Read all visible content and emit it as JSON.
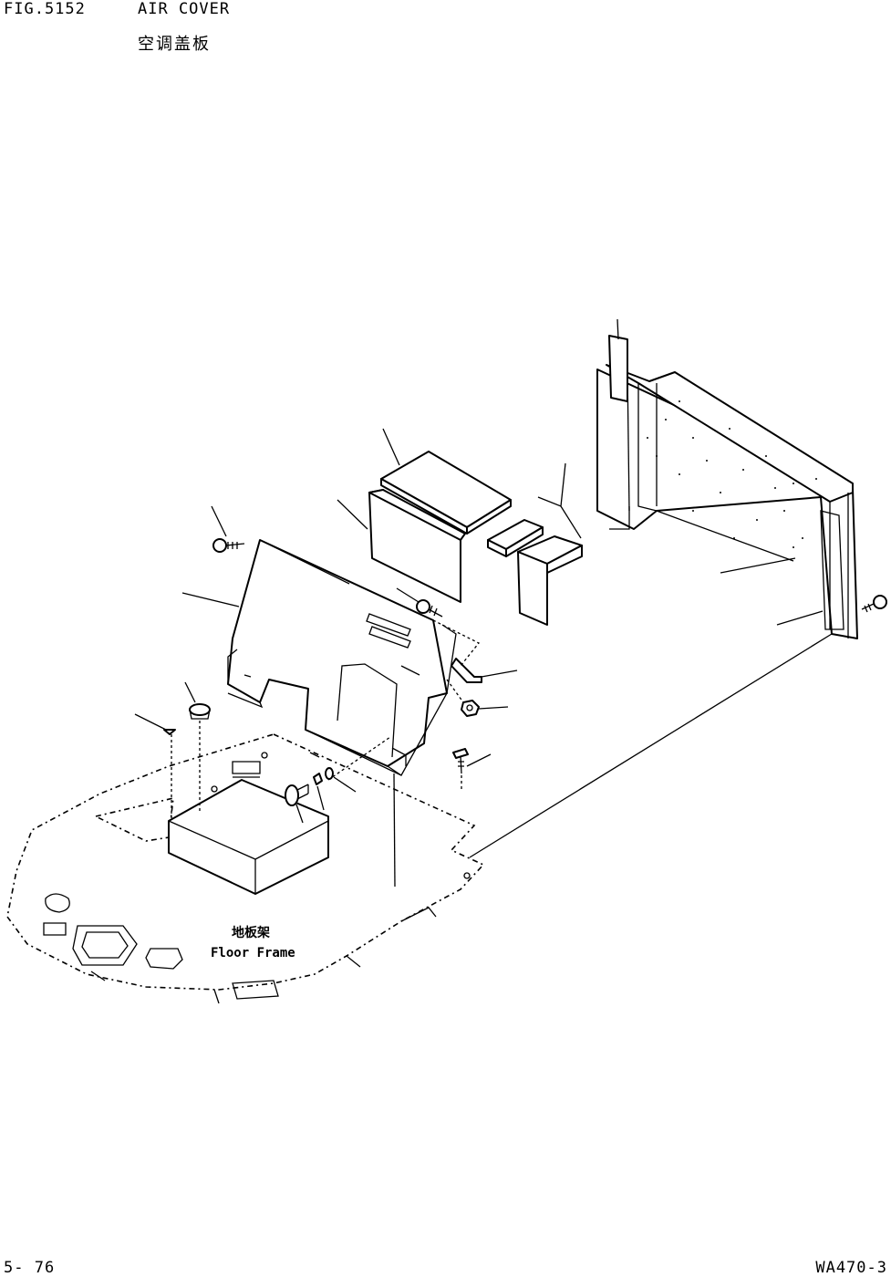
{
  "header": {
    "figure": "FIG.5152",
    "title_en": "AIR COVER",
    "title_cn": "空调盖板"
  },
  "diagram": {
    "label_cn": "地板架",
    "label_en": "Floor Frame"
  },
  "footer": {
    "page": "5- 76",
    "model": "WA470-3"
  }
}
